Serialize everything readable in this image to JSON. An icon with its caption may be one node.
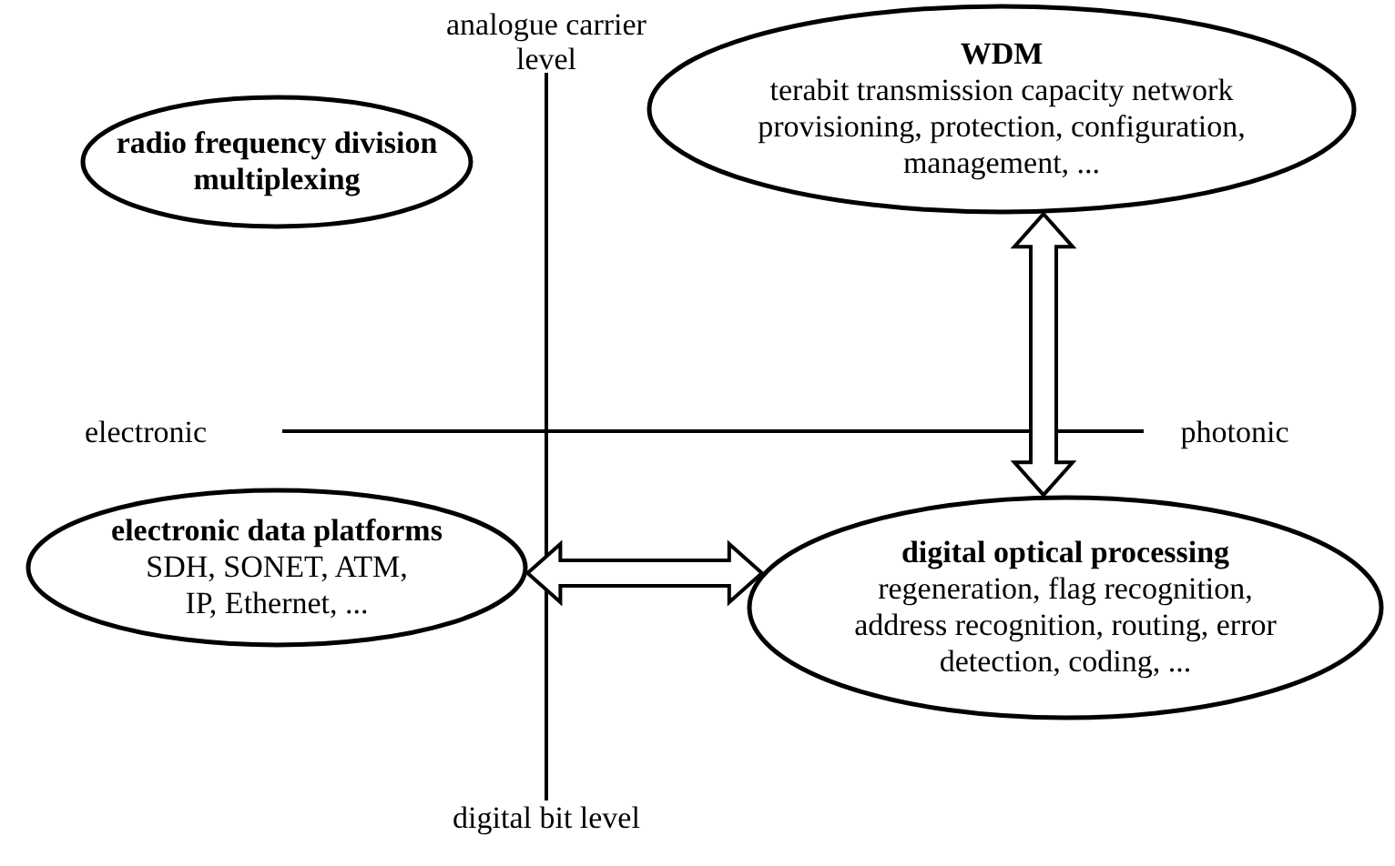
{
  "diagram": {
    "nodes": [
      {
        "text": [
          "radio frequency division multiplexing"
        ]
      },
      {
        "text": [
          "WDM",
          "terabit transmission capacity network provisioning, protection, configuration, management, ..."
        ]
      },
      {
        "text": [
          "electronic data platforms",
          "SDH, SONET, ATM, IP, Ethernet, ..."
        ]
      },
      {
        "text": [
          "digital optical processing",
          "regeneration, flag recognition, address recognition, routing, error detection, coding, ..."
        ]
      }
    ],
    "edges": [
      {
        "from": 1,
        "to": 3,
        "arrow": "both"
      },
      {
        "from": 2,
        "to": 3,
        "arrow": "both"
      }
    ],
    "labels": [
      "analogue carrier level",
      "electronic",
      "photonic",
      "digital bit level"
    ]
  }
}
